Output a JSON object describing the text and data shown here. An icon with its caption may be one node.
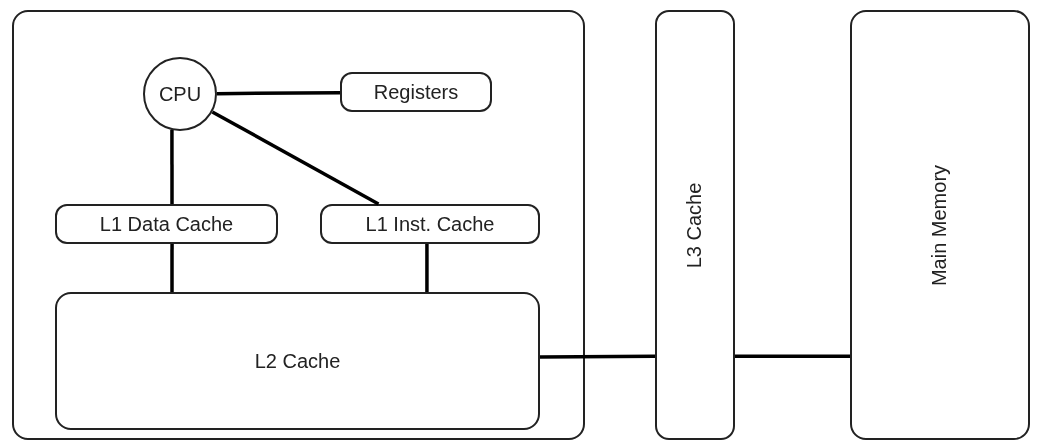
{
  "diagram": {
    "nodes": [
      {
        "text": [],
        "shape": "box"
      },
      {
        "text": [
          "CPU"
        ],
        "in": 0
      },
      {
        "text": [
          "Registers"
        ],
        "in": 0
      },
      {
        "text": [
          "L1 Data Cache"
        ],
        "in": 0
      },
      {
        "text": [
          "L1 Inst. Cache"
        ],
        "in": 0
      },
      {
        "text": [
          "L2 Cache"
        ],
        "in": 0
      },
      {
        "text": [
          "L3 Cache"
        ]
      },
      {
        "text": [
          "Main Memory"
        ]
      }
    ],
    "edges": [
      {
        "from": 1,
        "to": 2,
        "arrow": "none"
      },
      {
        "from": 1,
        "to": 3,
        "arrow": "none"
      },
      {
        "from": 1,
        "to": 4,
        "arrow": "none"
      },
      {
        "from": 3,
        "to": 5,
        "arrow": "none"
      },
      {
        "from": 4,
        "to": 5,
        "arrow": "none"
      },
      {
        "from": 5,
        "to": 6,
        "arrow": "none"
      },
      {
        "from": 6,
        "to": 7,
        "arrow": "none"
      }
    ]
  }
}
